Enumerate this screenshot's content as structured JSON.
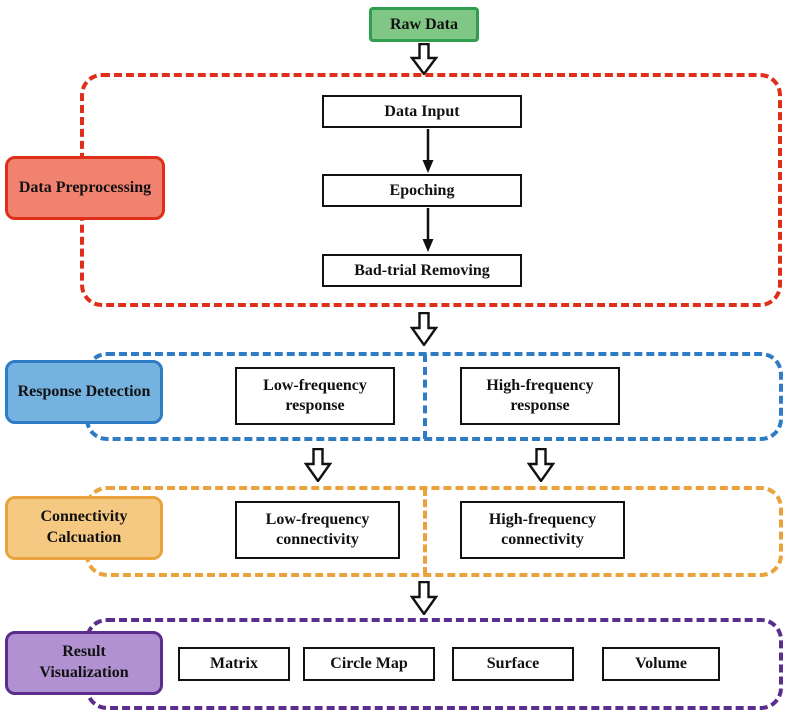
{
  "raw_data": {
    "label": "Raw Data"
  },
  "sections": {
    "preprocessing": {
      "label": "Data Preprocessing",
      "steps": [
        "Data Input",
        "Epoching",
        "Bad-trial Removing"
      ]
    },
    "response": {
      "label": "Response Detection",
      "items": [
        "Low-frequency response",
        "High-frequency response"
      ]
    },
    "connectivity": {
      "label": "Connectivity Calcuation",
      "items": [
        "Low-frequency connectivity",
        "High-frequency connectivity"
      ]
    },
    "visualization": {
      "label": "Result Visualization",
      "items": [
        "Matrix",
        "Circle Map",
        "Surface",
        "Volume"
      ]
    }
  },
  "colors": {
    "ink": "#111111",
    "raw_fill": "#80c684",
    "raw_border": "#2f9e4f",
    "red": "#df2f1b",
    "red_fill": "#f0826f",
    "blue": "#2e7cc3",
    "blue_fill": "#74b2e0",
    "orange": "#eaa33c",
    "orange_fill": "#f6c983",
    "purple": "#5b2d8c",
    "purple_fill": "#b291d2"
  }
}
